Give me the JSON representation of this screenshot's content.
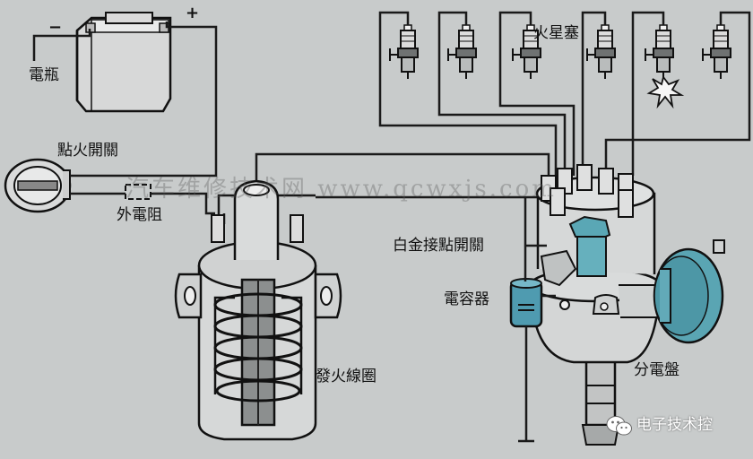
{
  "labels": {
    "battery": "電瓶",
    "ignition_switch": "點火開關",
    "external_resistor": "外電阻",
    "spark_plug": "火星塞",
    "contact_breaker": "白金接點開關",
    "capacitor": "電容器",
    "ignition_coil": "發火線圈",
    "distributor": "分電盤"
  },
  "battery_terminals": {
    "negative": "−",
    "positive": "+"
  },
  "watermark": "汽车维修技术网 www.qcwxjs.com",
  "brand": "电子技术控",
  "colors": {
    "background": "#c8cbcb",
    "wire": "#1a1a1a",
    "capacitor": "#4f9bb0",
    "vacuum": "#5aa5b3"
  }
}
